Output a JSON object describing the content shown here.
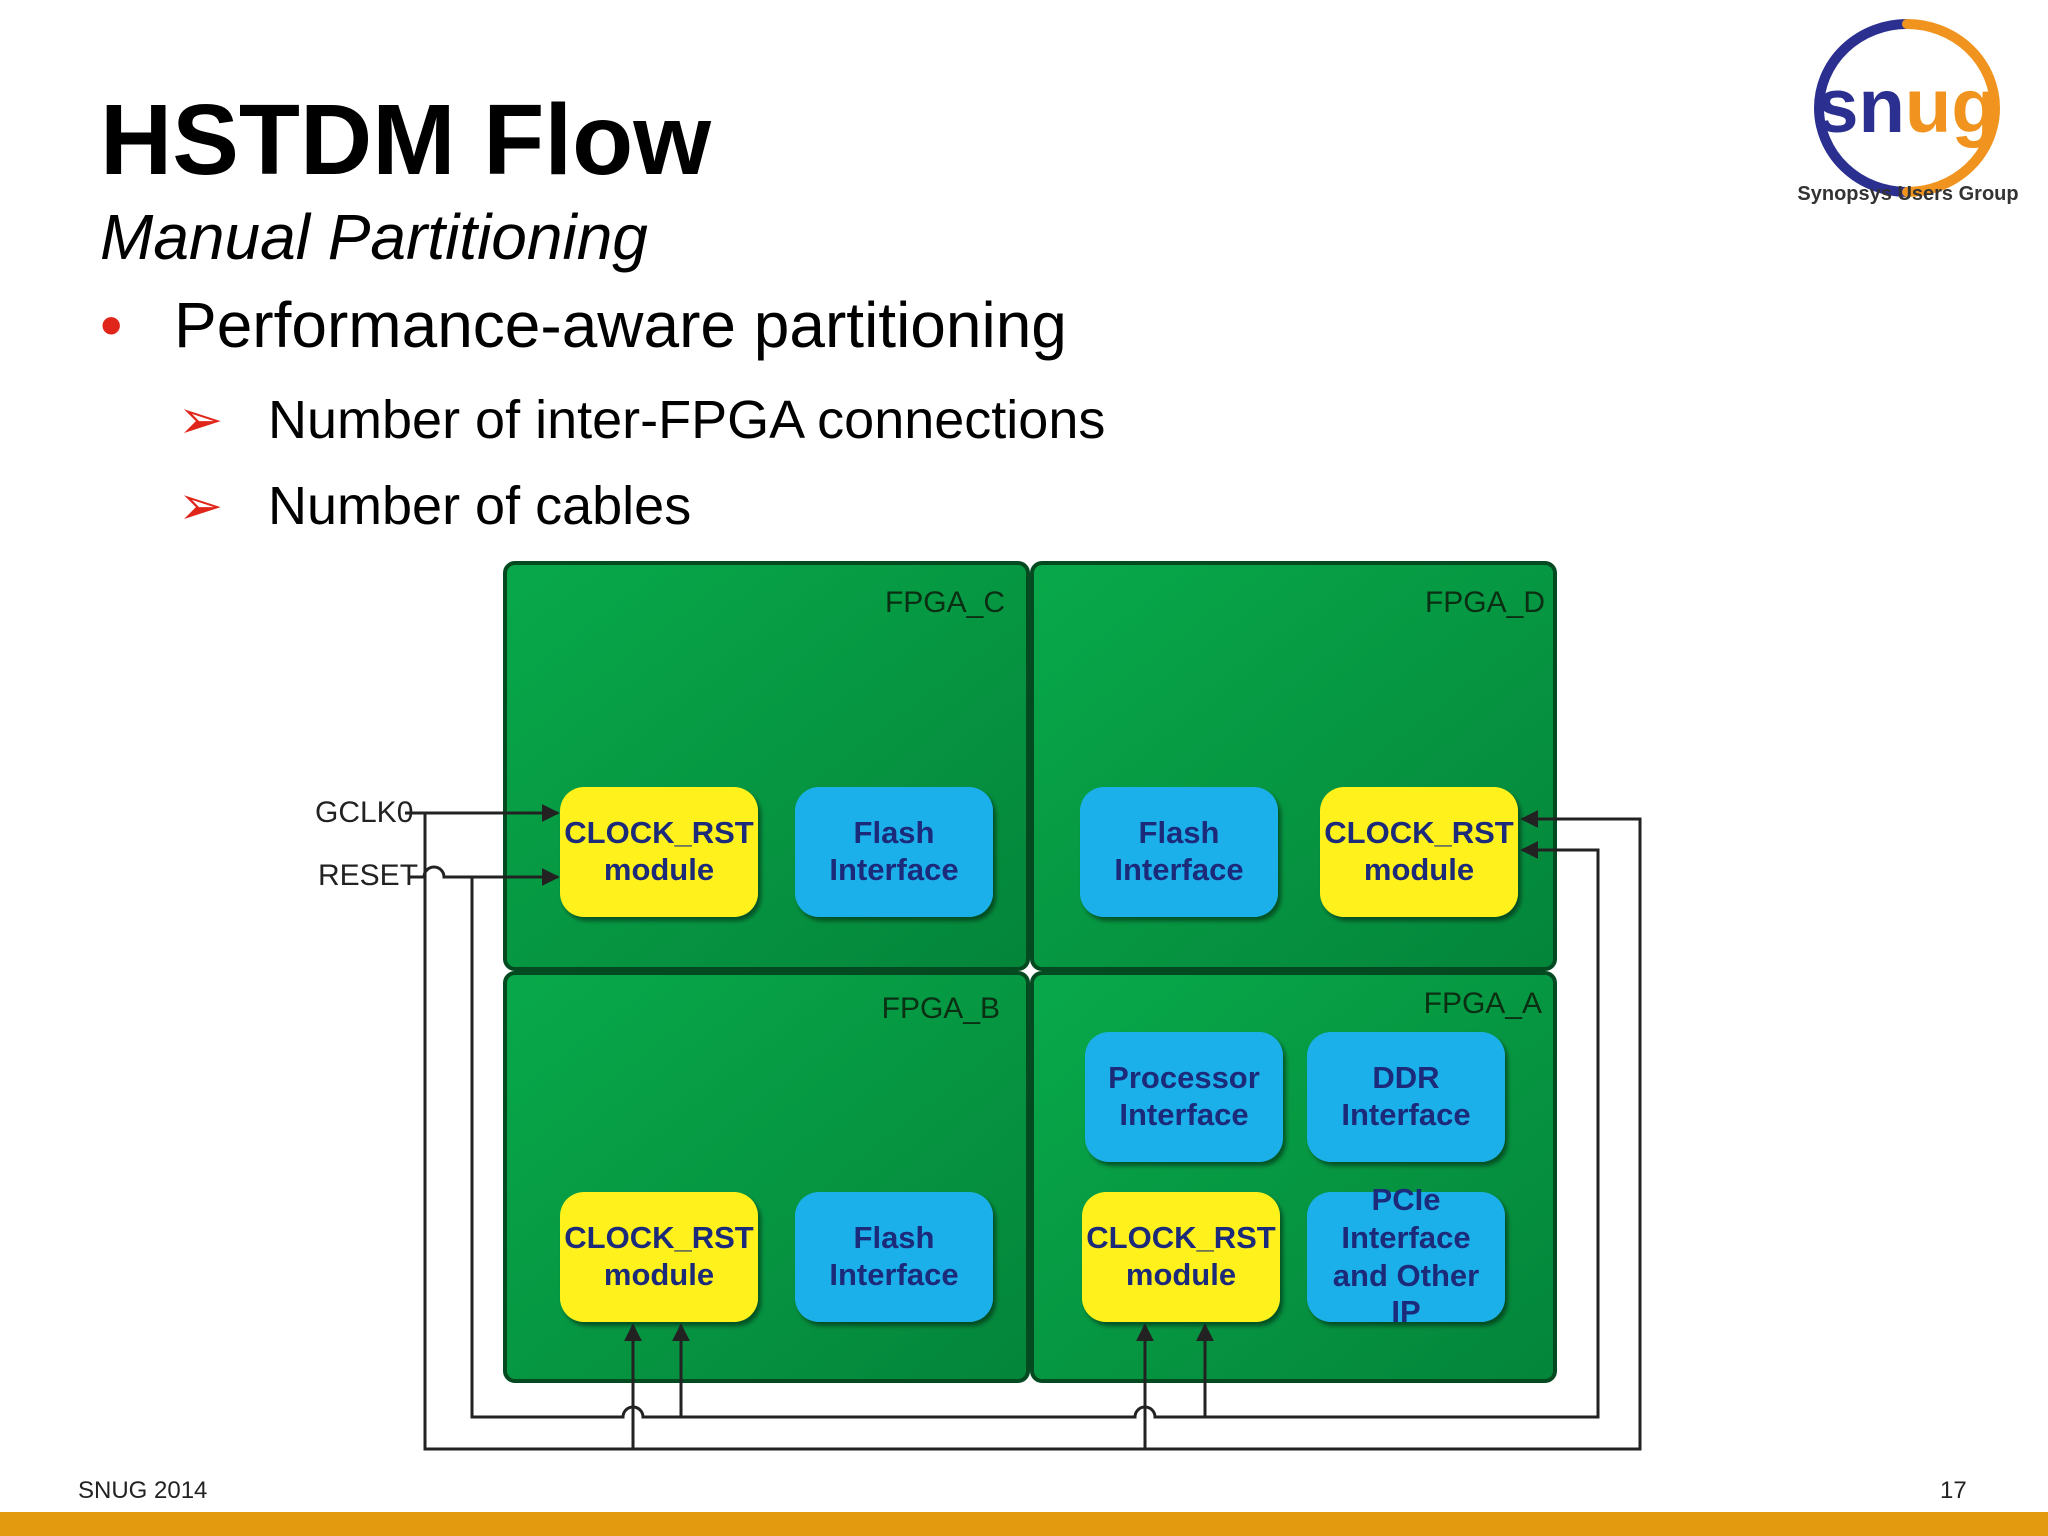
{
  "slide": {
    "title": "HSTDM Flow",
    "subtitle": "Manual Partitioning",
    "bullet": "Performance-aware partitioning",
    "sub_bullets": [
      "Number of inter-FPGA connections",
      "Number of cables"
    ],
    "footer_left": "SNUG 2014",
    "page_number": "17"
  },
  "logo": {
    "text": "snug",
    "tagline": "Synopsys Users Group",
    "colors": {
      "ring_blue": "#2b2f8f",
      "ring_orange": "#f0941f"
    }
  },
  "diagram": {
    "inputs": {
      "clock": "GCLK0",
      "reset": "RESET"
    },
    "fpgas": {
      "c": {
        "label": "FPGA_C",
        "clock_module": [
          "CLOCK_RST",
          "module"
        ],
        "flash": [
          "Flash",
          "Interface"
        ]
      },
      "d": {
        "label": "FPGA_D",
        "clock_module": [
          "CLOCK_RST",
          "module"
        ],
        "flash": [
          "Flash",
          "Interface"
        ]
      },
      "b": {
        "label": "FPGA_B",
        "clock_module": [
          "CLOCK_RST",
          "module"
        ],
        "flash": [
          "Flash",
          "Interface"
        ]
      },
      "a": {
        "label": "FPGA_A",
        "processor": [
          "Processor",
          "Interface"
        ],
        "ddr": [
          "DDR",
          "Interface"
        ],
        "clock_module": [
          "CLOCK_RST",
          "module"
        ],
        "pcie": [
          "PCIe",
          "Interface",
          "and Other",
          "IP"
        ]
      }
    },
    "colors": {
      "fpga_green": "#07a046",
      "fpga_dark": "#046b2d",
      "module_yellow": "#fff21f",
      "iface_blue": "#1fb0ea",
      "module_text": "#1c2a7a",
      "wire": "#222222"
    }
  }
}
